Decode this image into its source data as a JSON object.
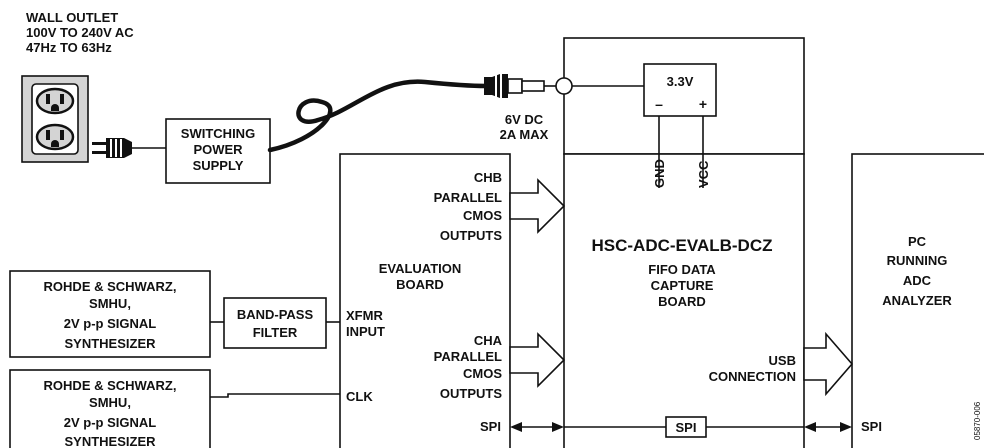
{
  "wall_outlet": {
    "line1": "WALL OUTLET",
    "line2": "100V TO 240V AC",
    "line3": "47Hz TO 63Hz"
  },
  "switching_psu": {
    "lines": [
      "SWITCHING",
      "POWER",
      "SUPPLY"
    ]
  },
  "dc_label": {
    "line1": "6V DC",
    "line2": "2A MAX"
  },
  "regulator": {
    "voltage": "3.3V",
    "minus": "–",
    "plus": "+",
    "gnd": "GND",
    "vcc": "VCC"
  },
  "generator1": {
    "lines": [
      "ROHDE & SCHWARZ,",
      "SMHU,",
      "2V p-p SIGNAL",
      "SYNTHESIZER"
    ]
  },
  "generator2": {
    "lines": [
      "ROHDE & SCHWARZ,",
      "SMHU,",
      "2V p-p SIGNAL",
      "SYNTHESIZER"
    ]
  },
  "bandpass": {
    "lines": [
      "BAND-PASS",
      "FILTER"
    ]
  },
  "eval_board": {
    "title_lines": [
      "EVALUATION",
      "BOARD"
    ],
    "chb_lines": [
      "CHB",
      "PARALLEL",
      "CMOS",
      "OUTPUTS"
    ],
    "cha_lines": [
      "CHA",
      "PARALLEL",
      "CMOS",
      "OUTPUTS"
    ],
    "xfmr_lines": [
      "XFMR",
      "INPUT"
    ],
    "clk": "CLK",
    "spi": "SPI"
  },
  "capture_board": {
    "title": "HSC-ADC-EVALB-DCZ",
    "sub_lines": [
      "FIFO DATA",
      "CAPTURE",
      "BOARD"
    ],
    "usb_lines": [
      "USB",
      "CONNECTION"
    ],
    "spi": "SPI"
  },
  "pc": {
    "lines": [
      "PC",
      "RUNNING",
      "ADC",
      "ANALYZER"
    ],
    "spi": "SPI"
  },
  "figure_id": "05870-006"
}
